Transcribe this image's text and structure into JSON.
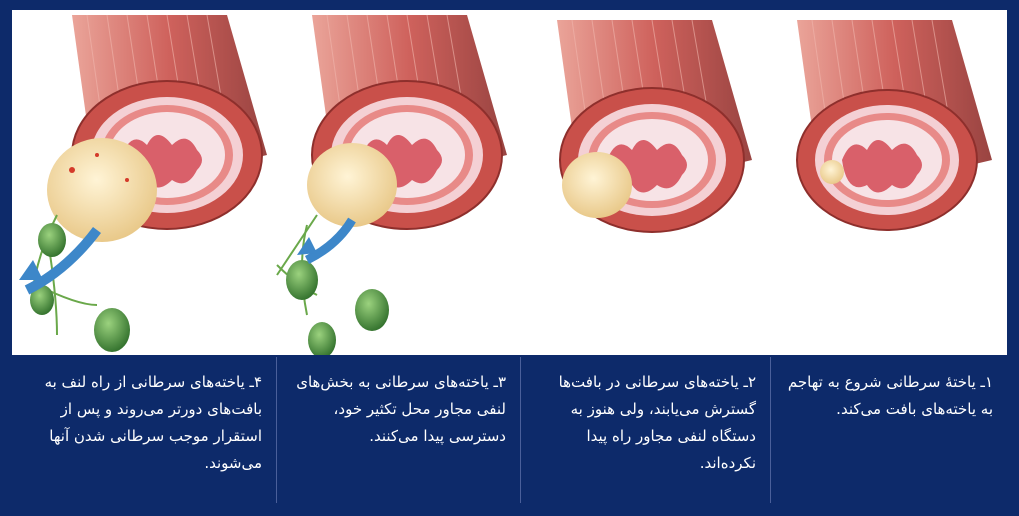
{
  "stages": [
    {
      "number": "۱",
      "text": "۱ـ یاختهٔ سرطانی شروع به تهاجم به یاخته‌های بافت می‌کند."
    },
    {
      "number": "۲",
      "text": "۲ـ یاخته‌های سرطانی در بافت‌ها گسترش می‌یابند، ولی هنوز به دستگاه لنفی مجاور راه پیدا نکرده‌اند."
    },
    {
      "number": "۳",
      "text": "۳ـ یاخته‌های سرطانی به بخش‌های لنفی مجاور محل تکثیر خود، دسترسی پیدا می‌کنند."
    },
    {
      "number": "۴",
      "text": "۴ـ یاخته‌های سرطانی از راه لنف به بافت‌های دورتر می‌روند و پس از استقرار موجب سرطانی شدن آنها می‌شوند."
    }
  ],
  "colors": {
    "frame": "#0d2a6a",
    "muscle": "#c9504a",
    "muscle_dark": "#8e2f2c",
    "mucosa": "#e88a88",
    "lining": "#f4d0d4",
    "tumor": "#f7dfae",
    "lymph": "#4f9a3c",
    "arrow": "#3d87c9"
  }
}
